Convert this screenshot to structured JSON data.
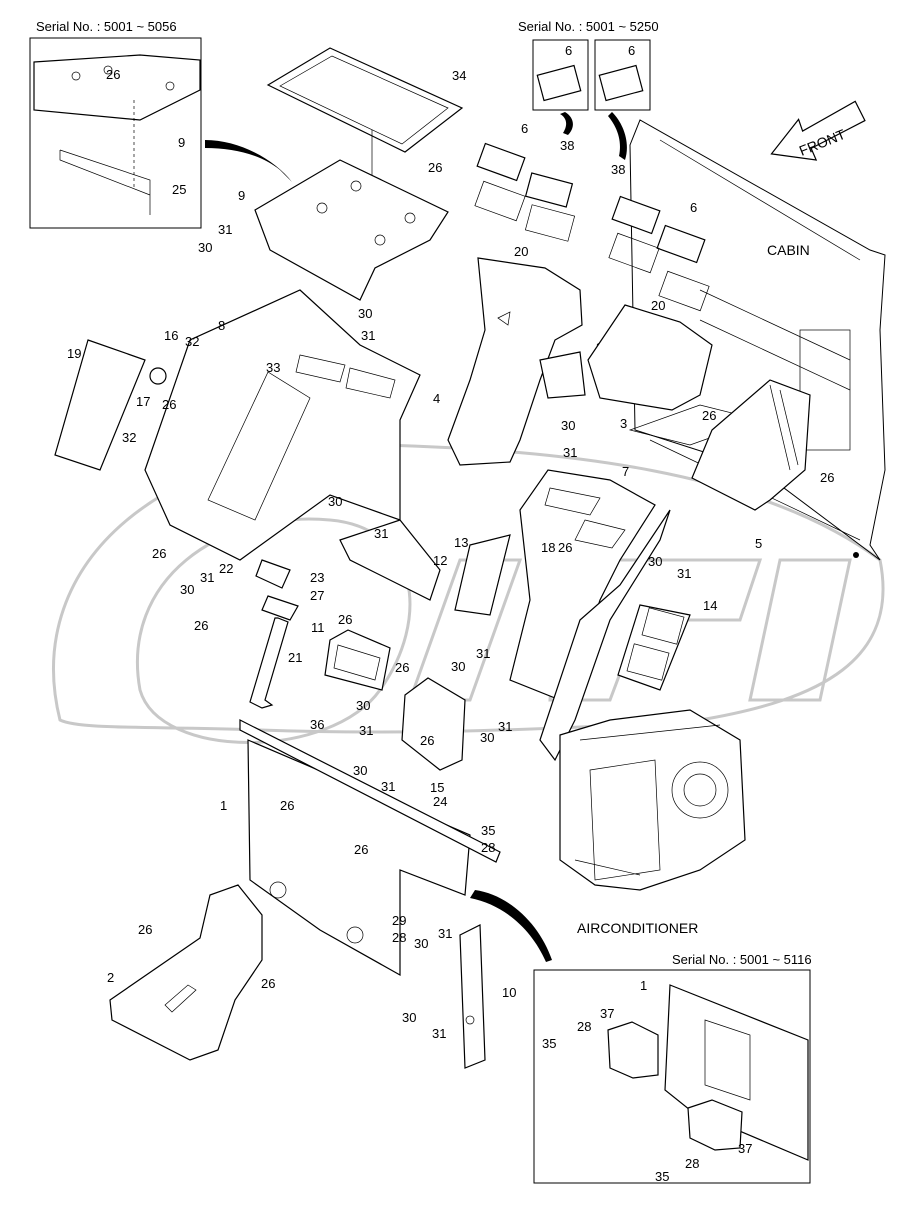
{
  "serial_notes": {
    "top_left": "Serial No. : 5001 ~ 5056",
    "top_center": "Serial No. : 5001 ~ 5250",
    "bottom_right": "Serial No. : 5001 ~ 5116"
  },
  "area_labels": {
    "front": "FRONT",
    "cabin": "CABIN",
    "airconditioner": "AIRCONDITIONER"
  },
  "callouts": {
    "inset_tl_26": "26",
    "inset_tl_9": "9",
    "inset_tl_25": "25",
    "inset_tc_6a": "6",
    "inset_tc_6b": "6",
    "p34": "34",
    "p26_top": "26",
    "p9": "9",
    "p31_a": "31",
    "p30_a": "30",
    "p6_a": "6",
    "p38_a": "38",
    "p20_a": "20",
    "p38_b": "38",
    "p6_b": "6",
    "p20_b": "20",
    "p8": "8",
    "p30_b": "30",
    "p31_b": "31",
    "p16": "16",
    "p32_a": "32",
    "p19": "19",
    "p33": "33",
    "p17": "17",
    "p26_b": "26",
    "p32_b": "32",
    "p4": "4",
    "p26_c": "26",
    "p3": "3",
    "p26_d": "26",
    "p30_c": "30",
    "p31_c": "31",
    "p7": "7",
    "p26_e": "26",
    "p5": "5",
    "p30_d": "30",
    "p31_d": "31",
    "p12": "12",
    "p26_f": "26",
    "p30_e": "30",
    "p31_e": "31",
    "p22": "22",
    "p26_g": "26",
    "p23": "23",
    "p27": "27",
    "p13": "13",
    "p18": "18",
    "p26_h": "26",
    "p30_f": "30",
    "p31_f": "31",
    "p14": "14",
    "p26_i": "26",
    "p11": "11",
    "p21": "21",
    "p30_g": "30",
    "p31_g": "31",
    "p26_j": "26",
    "p36": "36",
    "p30_h": "30",
    "p31_h": "31",
    "p26_k": "26",
    "p30_i": "30",
    "p31_i": "31",
    "p15": "15",
    "p24": "24",
    "p30_j": "30",
    "p31_j": "31",
    "p1": "1",
    "p26_l": "26",
    "p35": "35",
    "p28": "28",
    "p26_m": "26",
    "p29": "29",
    "p28_b": "28",
    "p30_k": "30",
    "p31_k": "31",
    "p26_n": "26",
    "p2": "2",
    "p26_o": "26",
    "p10": "10",
    "p30_l": "30",
    "p31_l": "31",
    "br_1": "1",
    "br_37a": "37",
    "br_28a": "28",
    "br_35a": "35",
    "br_37b": "37",
    "br_28b": "28",
    "br_35b": "35"
  }
}
